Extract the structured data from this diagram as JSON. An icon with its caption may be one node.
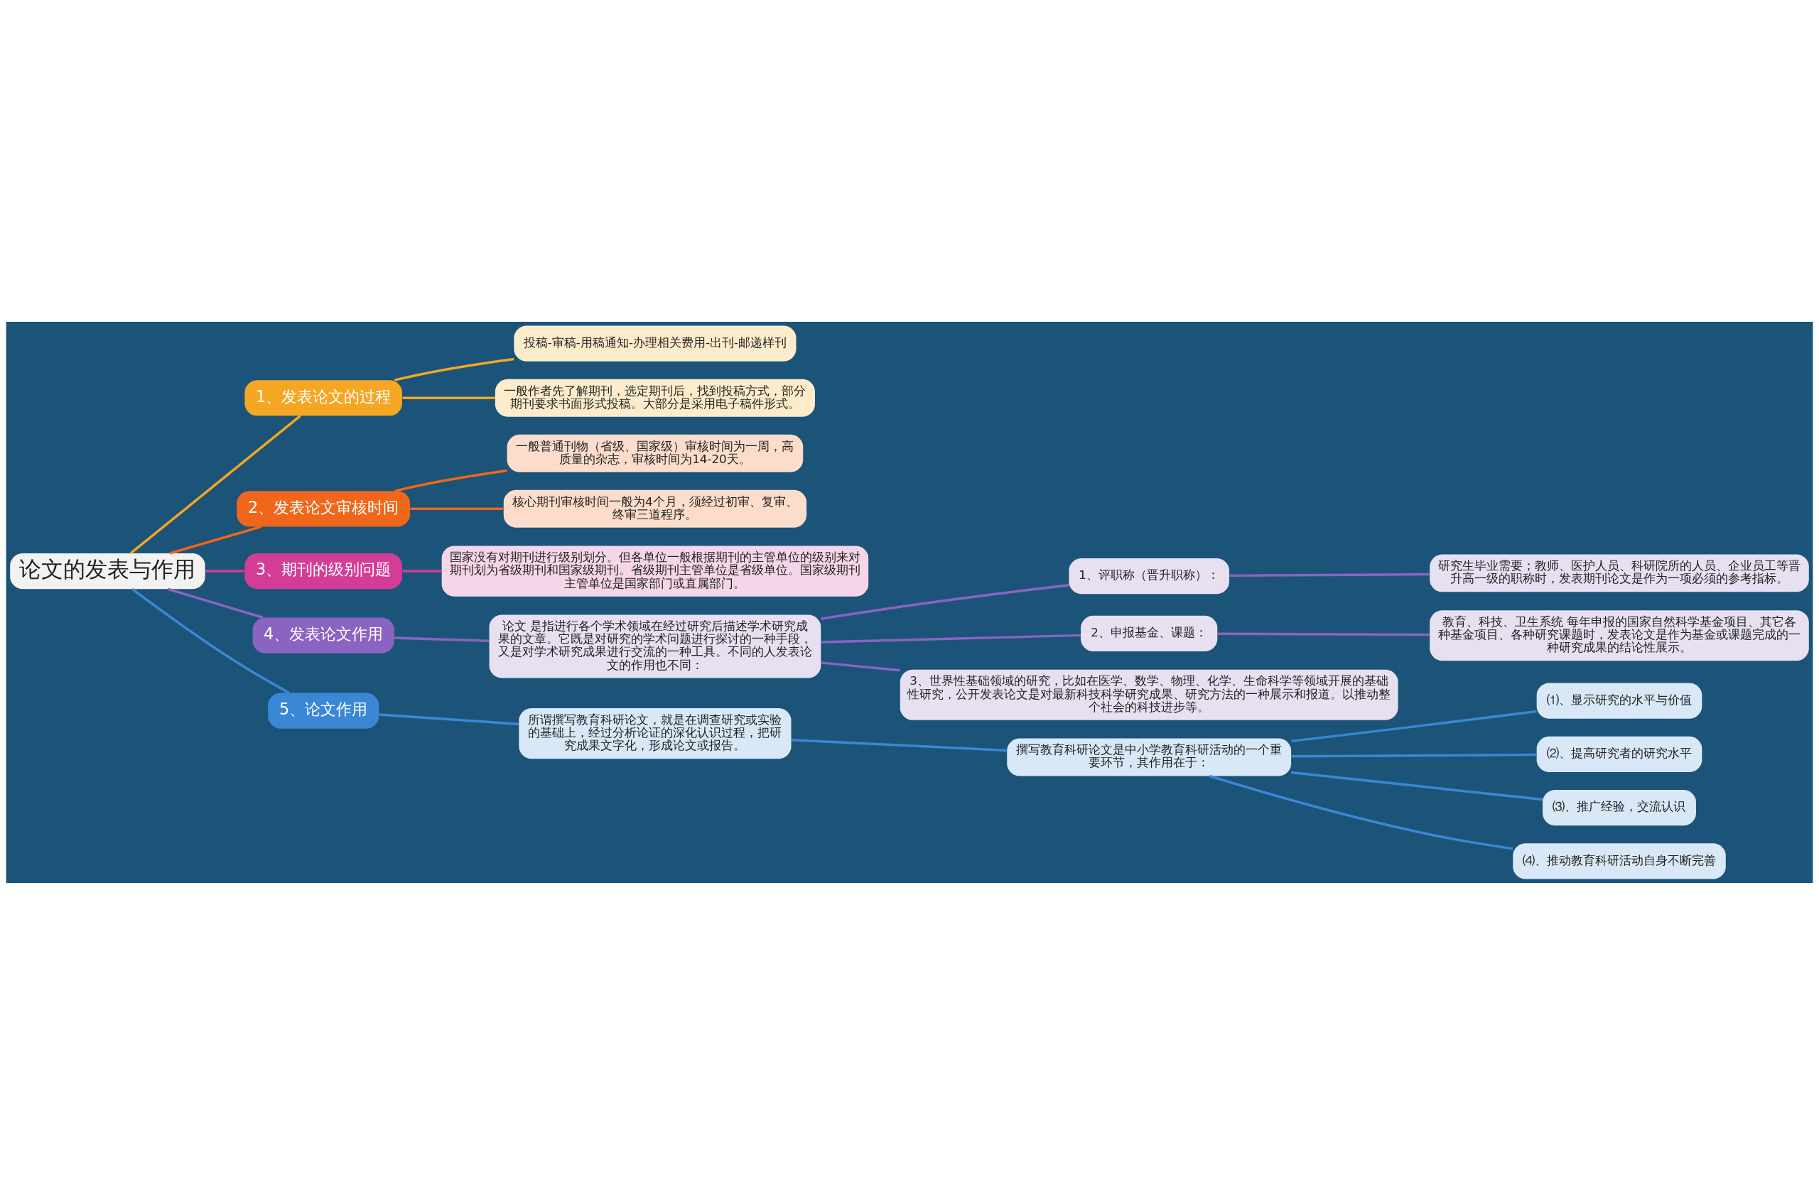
{
  "diagram": {
    "nodes": [
      {
        "text": [
          "论文的发表与作用"
        ]
      },
      {
        "text": [
          "1、发表论文的过程"
        ]
      },
      {
        "text": [
          "投稿-审稿-用稿通知-办理相关费用-出刊-邮递样刊"
        ]
      },
      {
        "text": [
          "一般作者先了解期刊，选定期刊后，找到投稿方式，部分期刊要求书面形式投稿。大部分是采用电子稿件形式。"
        ]
      },
      {
        "text": [
          "2、发表论文审核时间"
        ]
      },
      {
        "text": [
          "一般普通刊物（省级、国家级）审核时间为一周，高质量的杂志，审核时间为14-20天。"
        ]
      },
      {
        "text": [
          "核心期刊审核时间一般为4个月，须经过初审、复审、终审三道程序。"
        ]
      },
      {
        "text": [
          "3、期刊的级别问题"
        ]
      },
      {
        "text": [
          "国家没有对期刊进行级别划分。但各单位一般根据期刊的主管单位的级别来对期刊划为省级期刊和国家级期刊。省级期刊主管单位是省级单位。国家级期刊主管单位是国家部门或直属部门。"
        ]
      },
      {
        "text": [
          "4、发表论文作用"
        ]
      },
      {
        "text": [
          "论文 是指进行各个学术领域在经过研究后描述学术研究成果的文章。它既是对研究的学术问题进行探讨的一种手段，又是对学术研究成果进行交流的一种工具。不同的人发表论文的作用也不同："
        ]
      },
      {
        "text": [
          "1、评职称（晋升职称）："
        ]
      },
      {
        "text": [
          "研究生毕业需要；教师、医护人员、科研院所的人员、企业员工等晋升高一级的职称时，发表期刊论文是作为一项必须的参考指标。"
        ]
      },
      {
        "text": [
          "2、申报基金、课题："
        ]
      },
      {
        "text": [
          "教育、科技、卫生系统 每年申报的国家自然科学基金项目、其它各种基金项目、各种研究课题时，发表论文是作为基金或课题完成的一种研究成果的结论性展示。"
        ]
      },
      {
        "text": [
          "3、世界性基础领域的研究，比如在医学、数学、物理、化学、生命科学等领域开展的基础性研究，公开发表论文是对最新科技科学研究成果、研究方法的一种展示和报道。以推动整个社会的科技进步等。"
        ]
      },
      {
        "text": [
          "5、论文作用"
        ]
      },
      {
        "text": [
          "所谓撰写教育科研论文，就是在调查研究或实验的基础上，经过分析论证的深化认识过程，把研究成果文字化，形成论文或报告。"
        ]
      },
      {
        "text": [
          "撰写教育科研论文是中小学教育科研活动的一个重要环节，其作用在于："
        ]
      },
      {
        "text": [
          "⑴、显示研究的水平与价值"
        ]
      },
      {
        "text": [
          "⑵、提高研究者的研究水平"
        ]
      },
      {
        "text": [
          "⑶、推广经验，交流认识"
        ]
      },
      {
        "text": [
          "⑷、推动教育科研活动自身不断完善"
        ]
      }
    ],
    "edges": [
      {
        "from": 0,
        "to": 1,
        "arrow": "none",
        "color": "#f5a623"
      },
      {
        "from": 1,
        "to": 2,
        "arrow": "none",
        "color": "#f5a623"
      },
      {
        "from": 1,
        "to": 3,
        "arrow": "none",
        "color": "#f5a623"
      },
      {
        "from": 0,
        "to": 4,
        "arrow": "none",
        "color": "#f0661a"
      },
      {
        "from": 4,
        "to": 5,
        "arrow": "none",
        "color": "#f0661a"
      },
      {
        "from": 4,
        "to": 6,
        "arrow": "none",
        "color": "#f0661a"
      },
      {
        "from": 0,
        "to": 7,
        "arrow": "none",
        "color": "#d33c97"
      },
      {
        "from": 7,
        "to": 8,
        "arrow": "none",
        "color": "#d33c97"
      },
      {
        "from": 0,
        "to": 9,
        "arrow": "none",
        "color": "#8a64c0"
      },
      {
        "from": 9,
        "to": 10,
        "arrow": "none",
        "color": "#8a64c0"
      },
      {
        "from": 10,
        "to": 11,
        "arrow": "none",
        "color": "#8a64c0"
      },
      {
        "from": 11,
        "to": 12,
        "arrow": "none",
        "color": "#8a64c0"
      },
      {
        "from": 10,
        "to": 13,
        "arrow": "none",
        "color": "#8a64c0"
      },
      {
        "from": 13,
        "to": 14,
        "arrow": "none",
        "color": "#8a64c0"
      },
      {
        "from": 10,
        "to": 15,
        "arrow": "none",
        "color": "#8a64c0"
      },
      {
        "from": 0,
        "to": 16,
        "arrow": "none",
        "color": "#3a87d6"
      },
      {
        "from": 16,
        "to": 17,
        "arrow": "none",
        "color": "#3a87d6"
      },
      {
        "from": 17,
        "to": 18,
        "arrow": "none",
        "color": "#3a87d6"
      },
      {
        "from": 18,
        "to": 19,
        "arrow": "none",
        "color": "#3a87d6"
      },
      {
        "from": 18,
        "to": 20,
        "arrow": "none",
        "color": "#3a87d6"
      },
      {
        "from": 18,
        "to": 21,
        "arrow": "none",
        "color": "#3a87d6"
      },
      {
        "from": 18,
        "to": 22,
        "arrow": "none",
        "color": "#3a87d6"
      }
    ]
  }
}
